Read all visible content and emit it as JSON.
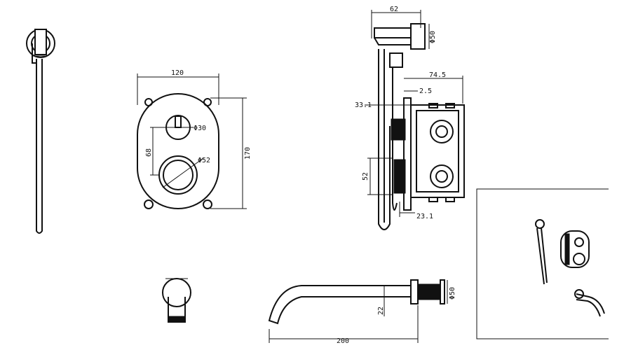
{
  "dimensions": {
    "plate_width": "120",
    "plate_height": "170",
    "handle_spacing": "68",
    "small_knob_dia": "Φ30",
    "large_knob_dia": "Φ52",
    "holder_width": "62",
    "holder_dia": "Φ50",
    "body_depth": "74.5",
    "plate_offset": "2.5",
    "inlet_offset": "33.1",
    "knob_height": "52",
    "bottom_offset": "23.1",
    "spout_length": "200",
    "spout_thickness": "22",
    "spout_plate_dia": "Φ50"
  }
}
